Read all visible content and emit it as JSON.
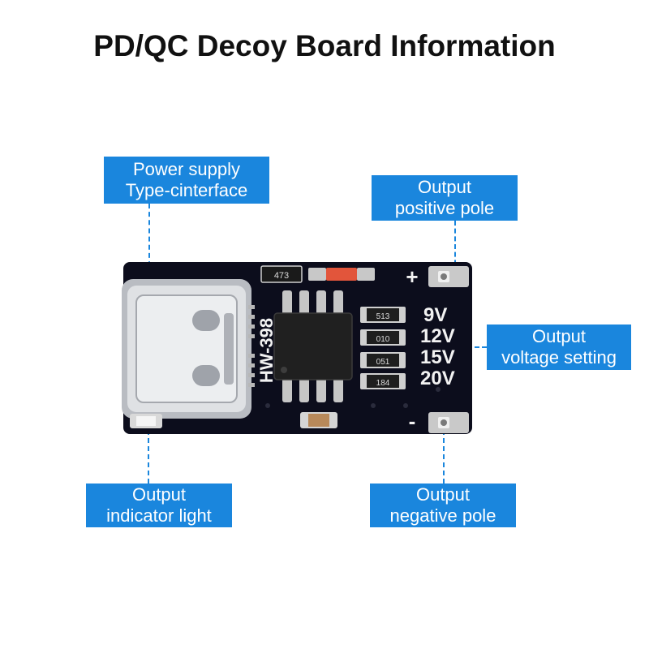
{
  "title": "PD/QC Decoy Board Information",
  "colors": {
    "accent": "#1a86dd",
    "pcb": "#0c0d1c",
    "silk": "#f2f2f2",
    "pad": "#c9c9c9"
  },
  "callouts": {
    "power_supply": [
      "Power supply",
      "Type-cinterface"
    ],
    "positive_pole": [
      "Output",
      "positive pole"
    ],
    "voltage_setting": [
      "Output",
      "voltage setting"
    ],
    "indicator_light": [
      "Output",
      "indicator light"
    ],
    "negative_pole": [
      "Output",
      "negative pole"
    ]
  },
  "board": {
    "model": "HW-398",
    "plus_sign": "+",
    "minus_sign": "-",
    "voltages": [
      "9V",
      "12V",
      "15V",
      "20V"
    ],
    "resistor_codes": [
      "513",
      "010",
      "051",
      "184"
    ],
    "top_resistor_code": "473"
  }
}
